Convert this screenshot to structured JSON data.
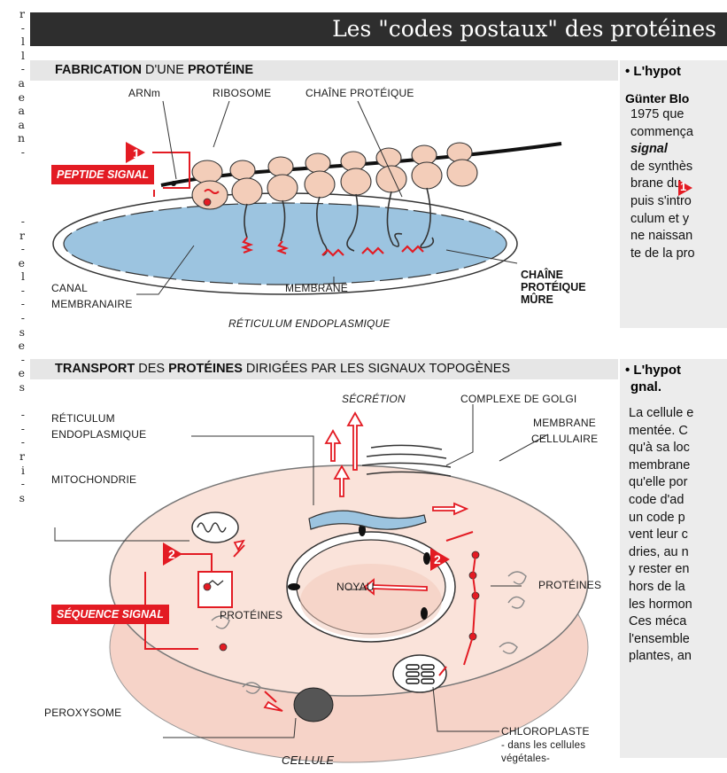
{
  "title": "Les \"codes postaux\" des protéines",
  "left_column_fragments": [
    "r",
    "-",
    "l",
    "l",
    "-",
    "a",
    "e",
    "a",
    "a",
    "n",
    "-",
    "",
    "",
    "",
    "",
    "-",
    "r",
    "-",
    "e",
    "l",
    "-",
    "-",
    "-",
    "s",
    "e",
    "-",
    "e",
    "s",
    "",
    "-",
    "-",
    "-",
    "r",
    "i",
    "-",
    "s"
  ],
  "section1": {
    "header_bold1": "FABRICATION",
    "header_mid": " D'UNE ",
    "header_bold2": "PROTÉINE",
    "labels": {
      "arnm": "ARNm",
      "ribosome": "RIBOSOME",
      "chaine_proteique": "CHAÎNE PROTÉIQUE",
      "peptide_signal": "PEPTIDE SIGNAL",
      "canal_membranaire_1": "CANAL",
      "canal_membranaire_2": "MEMBRANAIRE",
      "membrane": "MEMBRANE",
      "chaine_mure_1": "CHAÎNE",
      "chaine_mure_2": "PROTÉIQUE",
      "chaine_mure_3": "MÛRE",
      "reticulum": "RÉTICULUM ENDOPLASMIQUE"
    },
    "marker": "1"
  },
  "section2": {
    "header_bold1": "TRANSPORT",
    "header_mid1": " DES ",
    "header_bold2": "PROTÉINES",
    "header_rest": " DIRIGÉES PAR LES SIGNAUX TOPOGÈNES",
    "labels": {
      "reticulum_1": "RÉTICULUM",
      "reticulum_2": "ENDOPLASMIQUE",
      "secretion": "SÉCRÉTION",
      "golgi": "COMPLEXE DE GOLGI",
      "membrane_cell_1": "MEMBRANE",
      "membrane_cell_2": "CELLULAIRE",
      "mitochondrie": "MITOCHONDRIE",
      "noyau": "NOYAU",
      "proteines_right": "PROTÉINES",
      "sequence_signal": "SÉQUENCE SIGNAL",
      "proteines_left": "PROTÉINES",
      "peroxysome": "PEROXYSOME",
      "chloroplaste_1": "CHLOROPLASTE",
      "chloroplaste_2": "- dans les cellules",
      "chloroplaste_3": "végétales-",
      "cellule": "CELLULE"
    },
    "marker": "2"
  },
  "sidebar1": {
    "heading": "• L'hypot",
    "name": "Günter Blo",
    "lines": [
      "1975 que",
      "commença",
      "signal",
      "de synthès",
      "brane du",
      "puis s'intro",
      "culum et y",
      "ne naissan",
      "te de la pro"
    ],
    "marker": "1"
  },
  "sidebar2": {
    "heading1": "• L'hypot",
    "heading2": "gnal.",
    "lines": [
      "La cellule e",
      "mentée. C",
      "qu'à sa loc",
      "membrane",
      "qu'elle por",
      "code d'ad",
      "un code p",
      "vent leur c",
      "dries, au n",
      "y rester en",
      "hors de la",
      "les hormon",
      "Ces méca",
      "l'ensemble",
      "plantes, an"
    ]
  },
  "colors": {
    "accent_red": "#e31b23",
    "title_bg": "#2e2e2e",
    "cell_fill": "#f6d3c8",
    "er_fill": "#9cc4e0",
    "ribosome": "#f3cdb9"
  }
}
